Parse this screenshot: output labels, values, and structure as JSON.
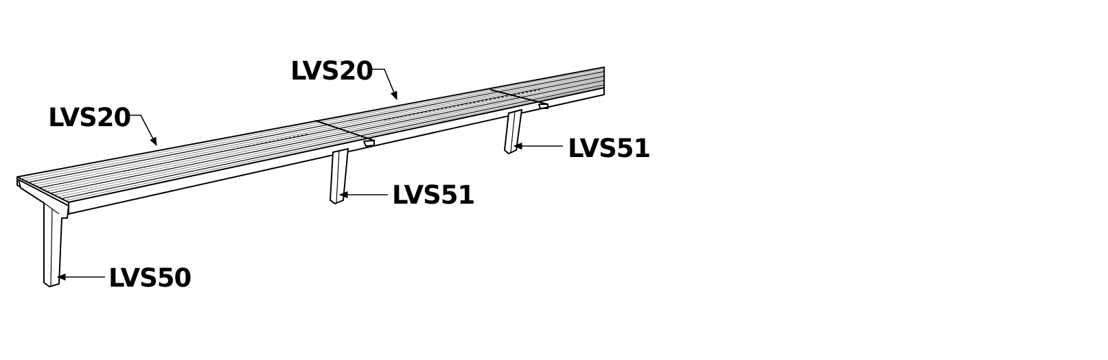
{
  "callouts": [
    {
      "id": "top-left-seat",
      "label": "LVS20"
    },
    {
      "id": "top-middle-seat",
      "label": "LVS20"
    },
    {
      "id": "right-leg",
      "label": "LVS51"
    },
    {
      "id": "middle-leg",
      "label": "LVS51"
    },
    {
      "id": "end-leg",
      "label": "LVS50"
    }
  ],
  "colors": {
    "line": "#000000",
    "background": "#ffffff"
  }
}
